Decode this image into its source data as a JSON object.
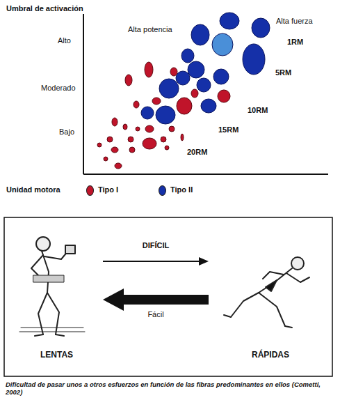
{
  "diagram": {
    "caption": "Dificultad de pasar unos a otros esfuerzos en función de las fibras predominantes en ellos (Cometti, 2002)",
    "nodes": [
      {
        "text": [
          "LENTAS"
        ]
      },
      {
        "text": [
          "RÁPIDAS"
        ]
      }
    ],
    "edges": [
      {
        "from": 0,
        "to": 1,
        "arrow": "to",
        "label": "DIFÍCIL"
      },
      {
        "from": 1,
        "to": 0,
        "arrow": "to",
        "label": "Fácil"
      }
    ],
    "labels": [
      "Umbral de activación",
      "Alto",
      "Moderado",
      "Bajo",
      "Alta potencia",
      "Alta fuerza",
      "1RM",
      "5RM",
      "10RM",
      "15RM",
      "20RM",
      "Unidad motora"
    ],
    "legend": [
      {
        "text": "Tipo I",
        "color": "#c0142a"
      },
      {
        "text": "Tipo II",
        "color": "#1530a8"
      }
    ]
  }
}
